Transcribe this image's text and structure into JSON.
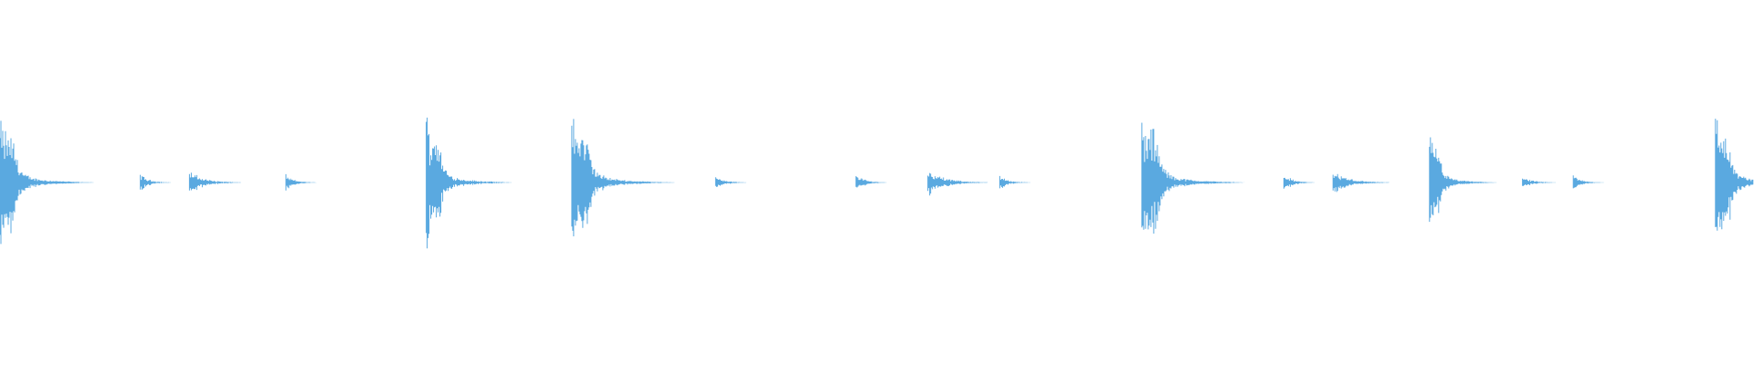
{
  "waveform": {
    "color": "#5aa9e0",
    "background": "#ffffff",
    "hits": [
      {
        "time": 0.0,
        "amp": 0.95,
        "decay": 0.55,
        "kind": "big"
      },
      {
        "time": 0.08,
        "amp": 0.12,
        "decay": 0.18,
        "kind": "small"
      },
      {
        "time": 0.108,
        "amp": 0.16,
        "decay": 0.3,
        "kind": "small"
      },
      {
        "time": 0.163,
        "amp": 0.1,
        "decay": 0.18,
        "kind": "small"
      },
      {
        "time": 0.243,
        "amp": 0.98,
        "decay": 0.5,
        "kind": "big"
      },
      {
        "time": 0.326,
        "amp": 1.0,
        "decay": 0.6,
        "kind": "big"
      },
      {
        "time": 0.408,
        "amp": 0.1,
        "decay": 0.18,
        "kind": "small"
      },
      {
        "time": 0.488,
        "amp": 0.12,
        "decay": 0.18,
        "kind": "small"
      },
      {
        "time": 0.529,
        "amp": 0.18,
        "decay": 0.35,
        "kind": "small"
      },
      {
        "time": 0.57,
        "amp": 0.1,
        "decay": 0.18,
        "kind": "small"
      },
      {
        "time": 0.651,
        "amp": 0.98,
        "decay": 0.6,
        "kind": "big"
      },
      {
        "time": 0.732,
        "amp": 0.12,
        "decay": 0.18,
        "kind": "small"
      },
      {
        "time": 0.76,
        "amp": 0.16,
        "decay": 0.33,
        "kind": "small"
      },
      {
        "time": 0.815,
        "amp": 0.7,
        "decay": 0.4,
        "kind": "big"
      },
      {
        "time": 0.868,
        "amp": 0.08,
        "decay": 0.2,
        "kind": "small"
      },
      {
        "time": 0.897,
        "amp": 0.1,
        "decay": 0.18,
        "kind": "small"
      },
      {
        "time": 0.978,
        "amp": 1.0,
        "decay": 0.5,
        "kind": "big"
      }
    ]
  }
}
